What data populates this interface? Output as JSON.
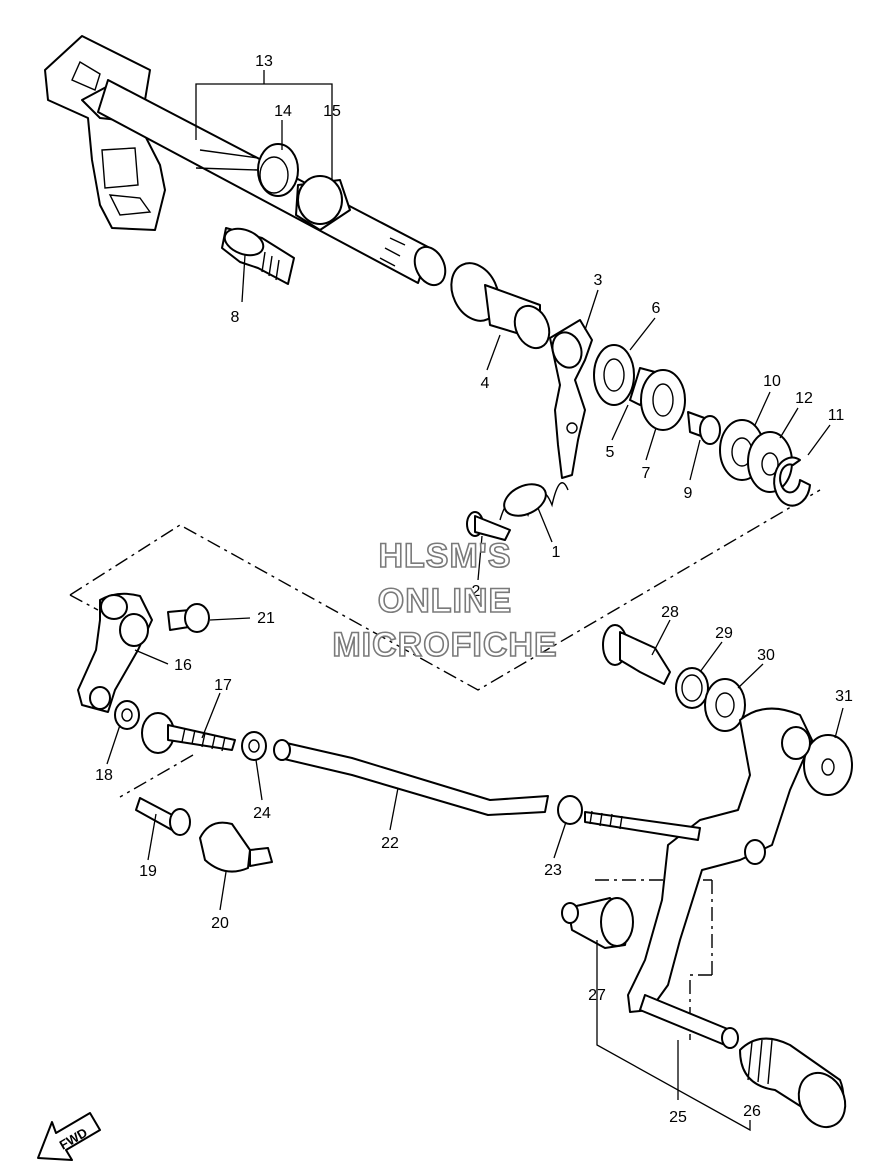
{
  "diagram": {
    "labels": [
      "1",
      "2",
      "3",
      "4",
      "5",
      "6",
      "7",
      "8",
      "9",
      "10",
      "11",
      "12",
      "13",
      "14",
      "15",
      "16",
      "17",
      "18",
      "19",
      "20",
      "21",
      "22",
      "23",
      "24",
      "25",
      "26",
      "27",
      "28",
      "29",
      "30",
      "31"
    ]
  },
  "watermark": {
    "line1": "HLSM'S",
    "line2": "ONLINE",
    "line3": "MICROFICHE"
  },
  "direction": {
    "label": "FWD"
  }
}
